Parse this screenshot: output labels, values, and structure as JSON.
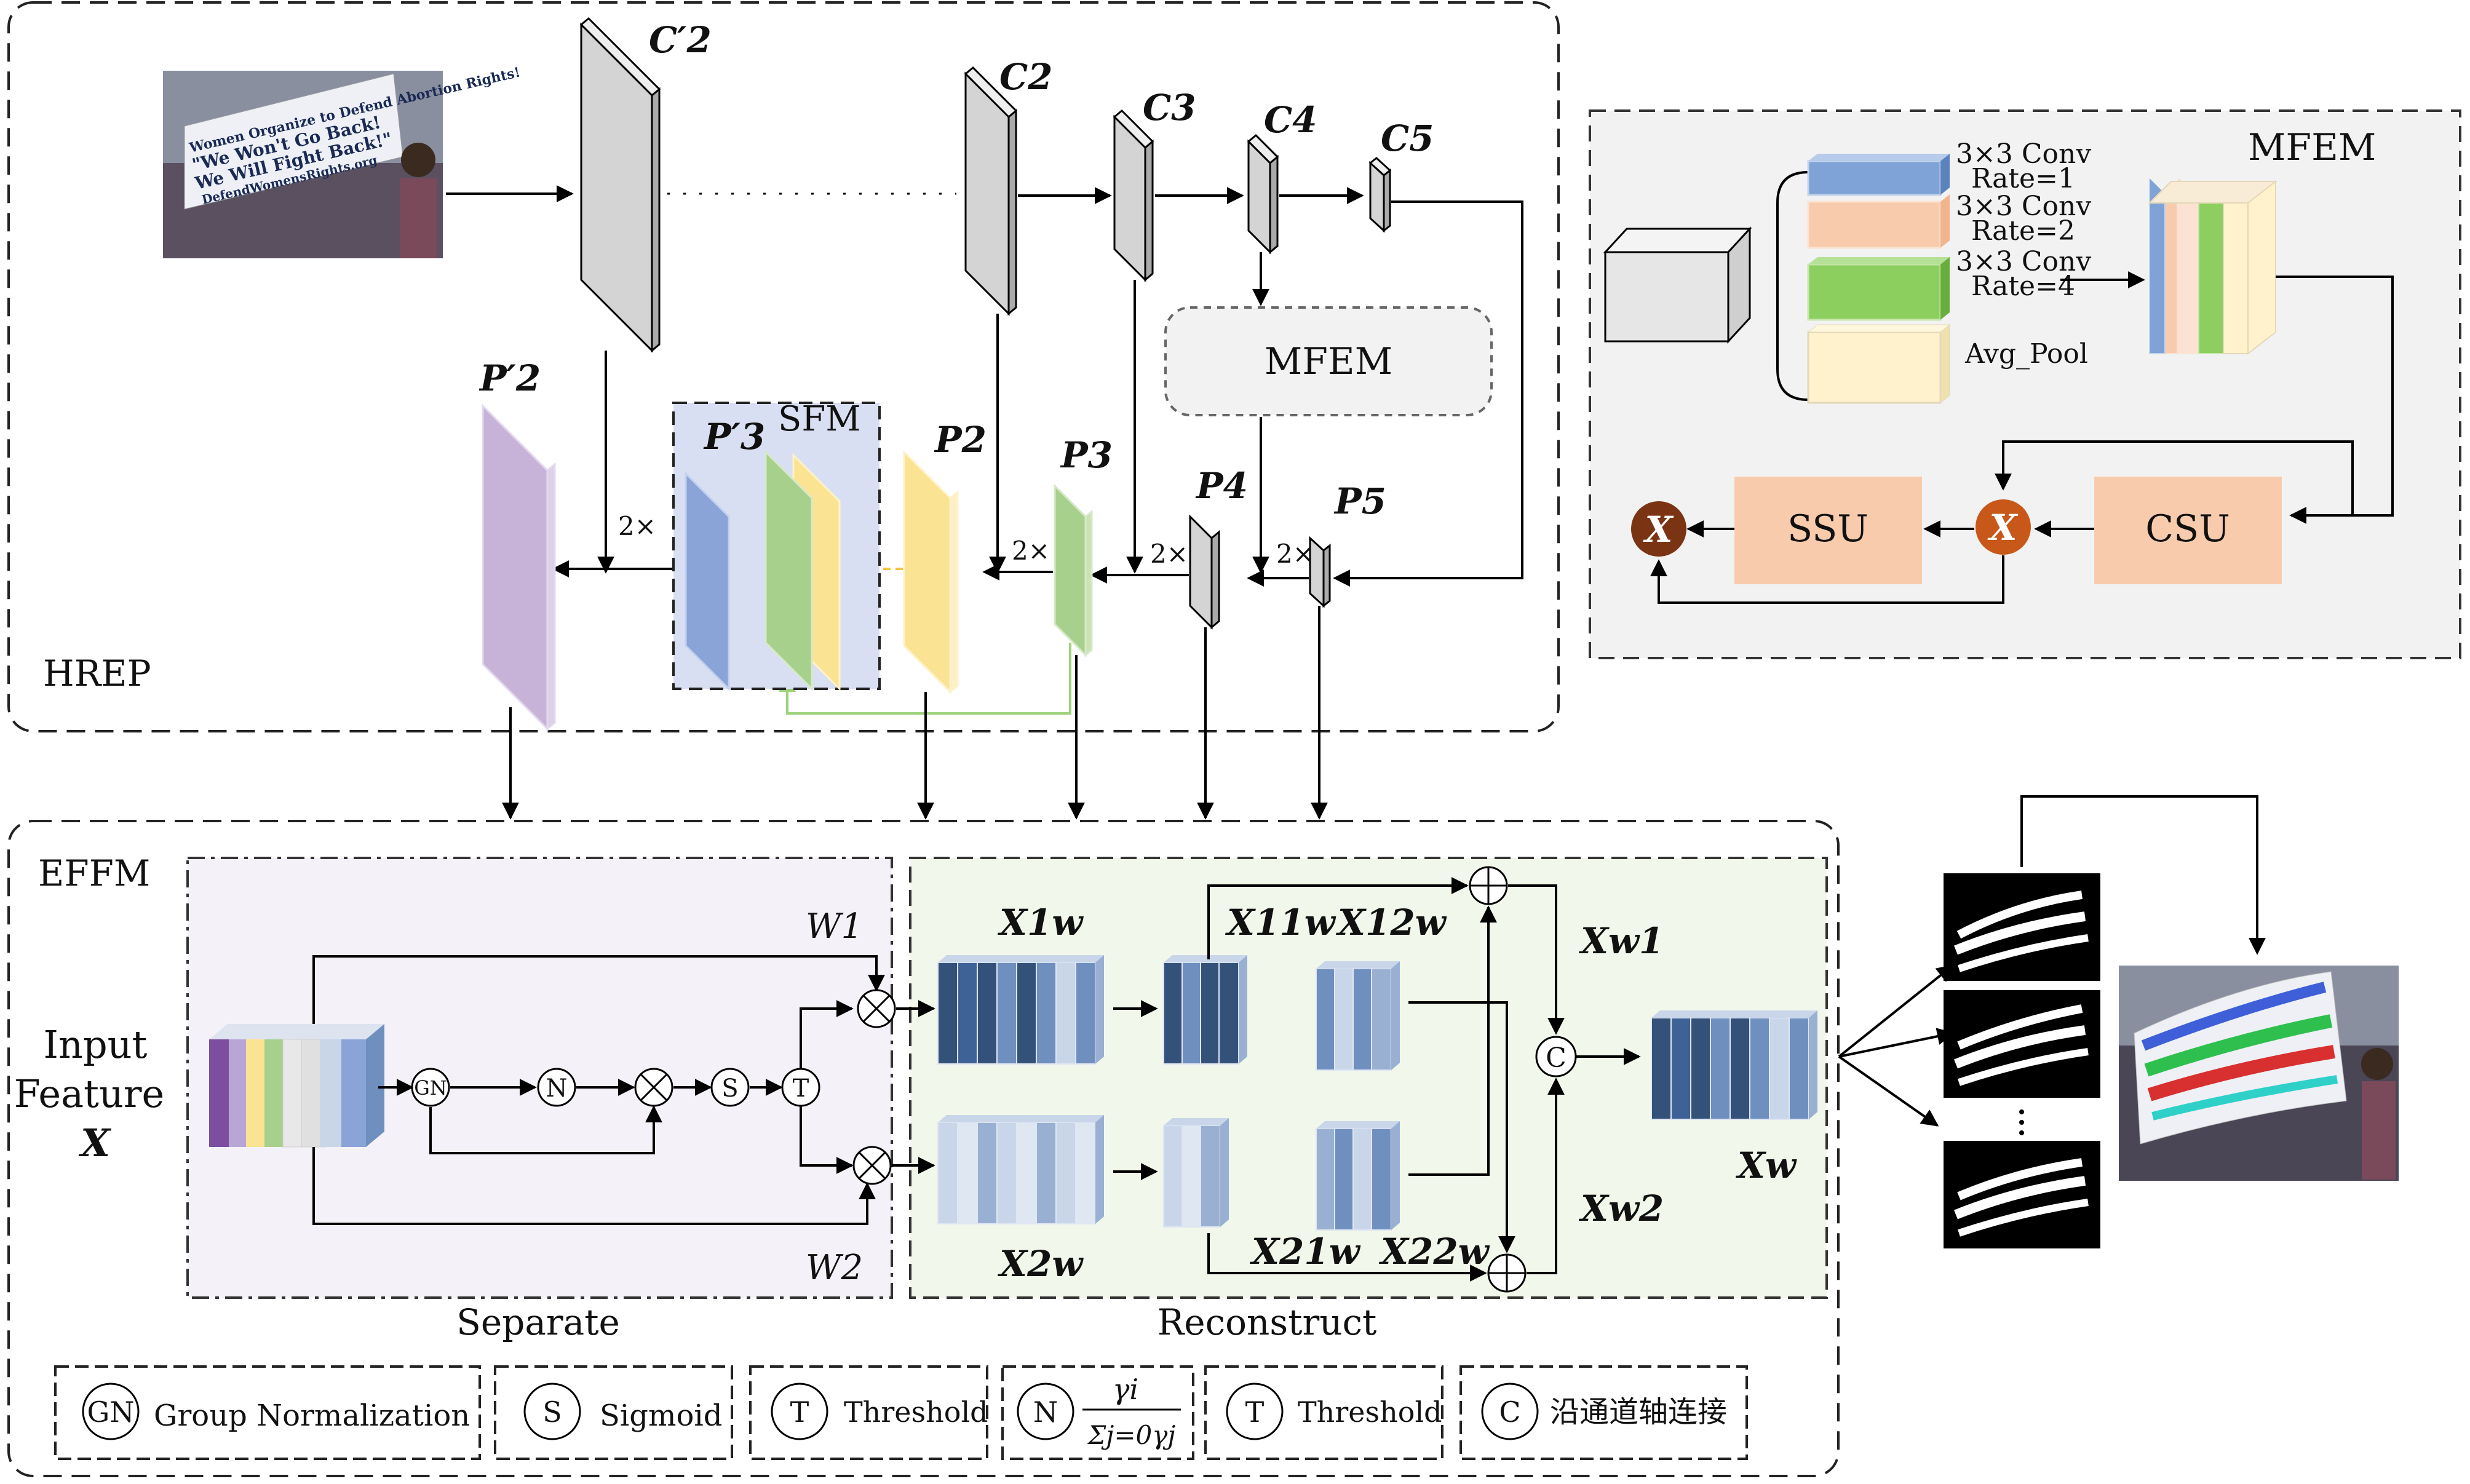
{
  "hrep": {
    "label": "HREP",
    "c2p": "C′2",
    "c2": "C2",
    "c3": "C3",
    "c4": "C4",
    "c5": "C5",
    "p2p": "P′2",
    "p3p": "P′3",
    "p2": "P2",
    "p3": "P3",
    "p4": "P4",
    "p5": "P5",
    "sfm": "SFM",
    "mfem_box": "MFEM",
    "up": "2×",
    "image_text": [
      "Women Organize to Defend Abortion Rights!",
      "\"We Won't Go Back!",
      "We Will Fight Back!\"",
      "DefendWomensRights.org"
    ]
  },
  "mfem_panel": {
    "title": "MFEM",
    "conv_label": "3×3 Conv",
    "rate1": "Rate=1",
    "rate2": "Rate=2",
    "rate4": "Rate=4",
    "avgpool": "Avg_Pool",
    "ssu": "SSU",
    "csu": "CSU",
    "x": "X"
  },
  "effm": {
    "label": "EFFM",
    "input_line1": "Input",
    "input_line2": "Feature",
    "input_line3": "X",
    "w1": "W1",
    "w2": "W2",
    "gn": "GN",
    "n": "N",
    "s": "S",
    "t": "T",
    "c": "C",
    "x1w": "X1w",
    "x2w": "X2w",
    "x11w": "X11w",
    "x12w": "X12w",
    "x21w": "X21w",
    "x22w": "X22w",
    "xw1": "Xw1",
    "xw2": "Xw2",
    "xw": "Xw",
    "separate": "Separate",
    "reconstruct": "Reconstruct"
  },
  "legend": {
    "gn_desc": "Group Normalization",
    "s_desc": "Sigmoid",
    "t_desc": "Threshold",
    "n_formula_num": "γi",
    "n_formula_den": "Σj=0γj",
    "t2_desc": "Threshold",
    "c_desc": "沿通道轴连接"
  },
  "colors": {
    "blue_dark": "#34517a",
    "blue_mid": "#6f8fbf",
    "blue_light": "#c9d6ea",
    "purple": "#c7b3d8",
    "yellow": "#fbe394",
    "green": "#a8d08d",
    "orange_node": "#c8581a",
    "brown_node": "#7a3414",
    "salmon": "#f8cbad"
  }
}
